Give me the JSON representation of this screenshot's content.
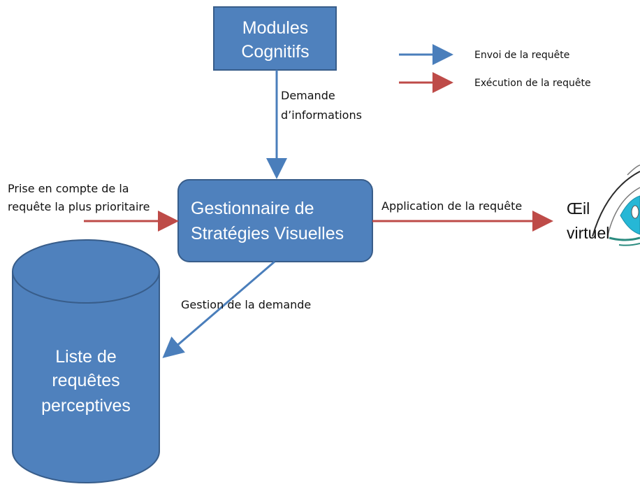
{
  "colors": {
    "box_fill": "#4f81bd",
    "box_stroke": "#385d8a",
    "request_send": "#4a7ebb",
    "request_exec": "#be4b48",
    "eye_cyan": "#26b7d6",
    "eye_teal": "#2c8c80"
  },
  "nodes": {
    "cognitive": {
      "line1": "Modules",
      "line2": "Cognitifs"
    },
    "manager": {
      "line1": "Gestionnaire de",
      "line2": "Stratégies Visuelles"
    },
    "queue": {
      "line1": "Liste de",
      "line2": "requêtes",
      "line3": "perceptives"
    },
    "eye": {
      "line1": "Œil",
      "line2": "virtuel",
      "icon": "eye-icon"
    }
  },
  "edges": {
    "info_request": {
      "line1": "Demande",
      "line2": "d’informations"
    },
    "priority": {
      "line1": "Prise en compte de la",
      "line2": "requête la plus prioritaire"
    },
    "apply": {
      "label": "Application de la requête"
    },
    "manage": {
      "label": "Gestion de la demande"
    }
  },
  "legend": {
    "send": "Envoi de la requête",
    "exec": "Exécution de la requête"
  }
}
